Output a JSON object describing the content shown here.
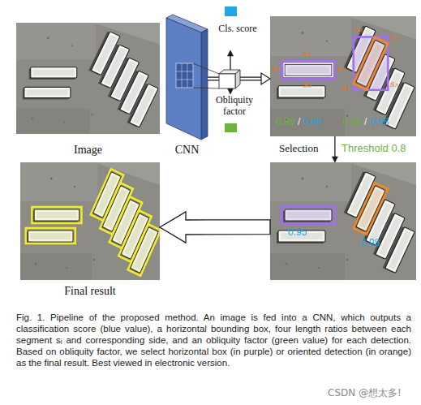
{
  "diagram": {
    "caption": "Fig. 1. Pipeline of the proposed method. An image is fed into a CNN, which outputs a classification score (blue value), a horizontal bounding box, four length ratios between each segment sᵢ and corresponding side, and an obliquity factor (green value) for each detection. Based on obliquity factor, we select horizontal box (in purple) or oriented detection (in orange) as the final result. Best viewed in electronic version.",
    "nodes": [
      {
        "text": [
          "Image"
        ]
      },
      {
        "text": [
          "CNN"
        ]
      },
      {
        "text": [
          "Cls. score"
        ]
      },
      {
        "text": [
          "Obliquity factor"
        ]
      },
      {
        "text": [
          "0.89",
          "/",
          "0.95",
          "0.36",
          "/",
          "0.98"
        ]
      },
      {
        "text": [
          "0.95",
          "0.98"
        ]
      },
      {
        "text": [
          "Final result"
        ]
      }
    ],
    "edges": [
      {
        "from": 1,
        "to": 2,
        "arrow": "to"
      },
      {
        "from": 1,
        "to": 3,
        "arrow": "to"
      },
      {
        "from": 1,
        "to": 4,
        "arrow": "to"
      },
      {
        "from": 4,
        "to": 5,
        "arrow": "to"
      },
      {
        "from": 5,
        "to": 6,
        "arrow": "to"
      }
    ],
    "labels": [
      "s₁",
      "s₂",
      "s₃",
      "s₄",
      "s₁",
      "s₂",
      "s₃",
      "s₄",
      "Selection",
      "Threshold 0.8",
      "CSDN @想太多!"
    ]
  }
}
